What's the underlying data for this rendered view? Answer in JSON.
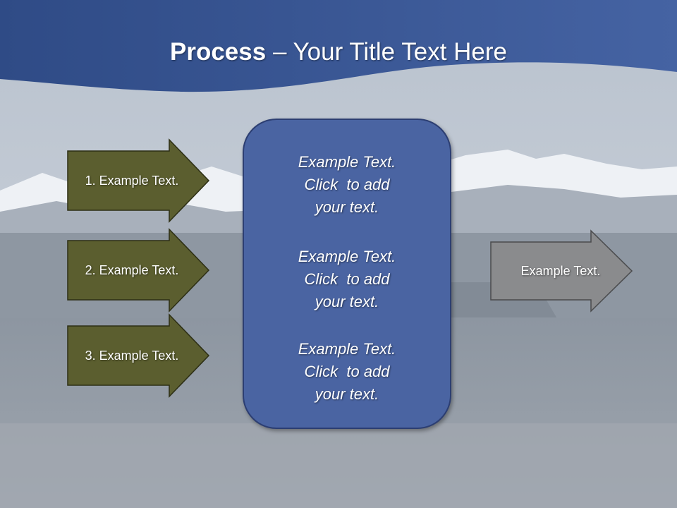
{
  "slide": {
    "title_strong": "Process",
    "title_rest": " – Your Title Text Here",
    "left_arrows": [
      {
        "label": "1. Example Text."
      },
      {
        "label": "2. Example Text."
      },
      {
        "label": "3. Example Text."
      }
    ],
    "center_box": {
      "paragraphs": [
        {
          "lines": [
            "Example Text.",
            "Click  to add",
            "your text."
          ]
        },
        {
          "lines": [
            "Example Text.",
            "Click  to add",
            "your text."
          ]
        },
        {
          "lines": [
            "Example Text.",
            "Click  to add",
            "your text."
          ]
        }
      ]
    },
    "right_arrow": {
      "label": "Example Text."
    }
  },
  "colors": {
    "header_blue": "#3b5795",
    "left_arrow_fill": "#5b5e2f",
    "center_box_fill": "#4a64a2",
    "right_arrow_fill": "#8a8b8d"
  }
}
